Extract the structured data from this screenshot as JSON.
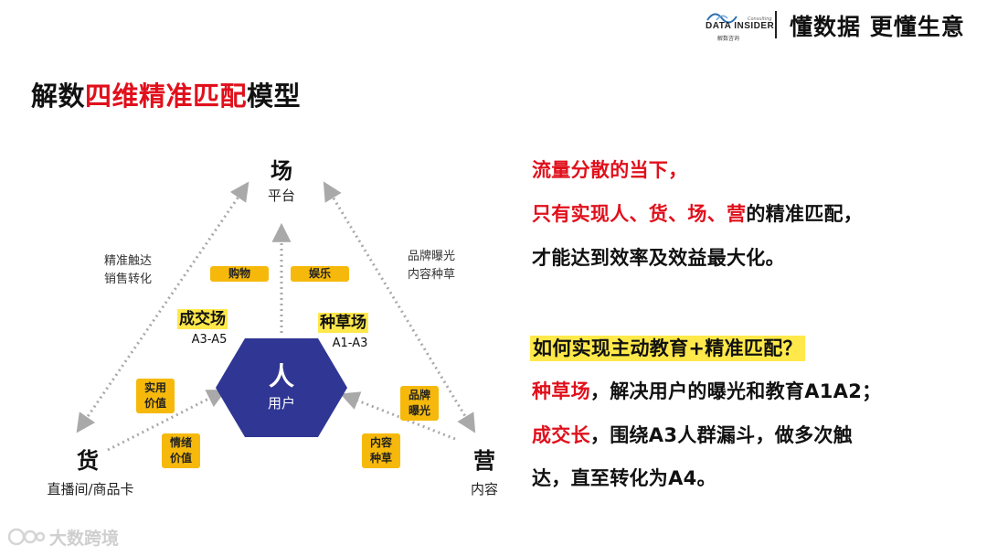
{
  "brand": {
    "name": "DATA INSIDER",
    "sub": "解数咨询",
    "consulting": "Consulting",
    "slogan": "懂数据 更懂生意"
  },
  "title": {
    "prefix": "解数",
    "highlight": "四维精准匹配",
    "suffix": "模型"
  },
  "diagram": {
    "top": {
      "main": "场",
      "sub": "平台"
    },
    "left": {
      "main": "货",
      "sub": "直播间/商品卡"
    },
    "right": {
      "main": "营",
      "sub": "内容"
    },
    "center": {
      "main": "人",
      "sub": "用户"
    },
    "left_side_label": [
      "精准触达",
      "销售转化"
    ],
    "right_side_label": [
      "品牌曝光",
      "内容种草"
    ],
    "tags": {
      "shopping": "购物",
      "entertainment": "娱乐",
      "practical_value": [
        "实用",
        "价值"
      ],
      "emotional_value": [
        "情绪",
        "价值"
      ],
      "brand_exposure": [
        "品牌",
        "曝光"
      ],
      "content_seeding": [
        "内容",
        "种草"
      ]
    },
    "deal_field": {
      "title": "成交场",
      "range": "A3-A5"
    },
    "seed_field": {
      "title": "种草场",
      "range": "A1-A3"
    }
  },
  "right_text": {
    "l1": "流量分散的当下，",
    "l2_red": "只有实现人、货、场、营",
    "l2_black": "的精准匹配，",
    "l3": "才能达到效率及效益最大化。",
    "l4": "如何实现主动教育+精准匹配？",
    "l5_red": "种草场",
    "l5_black": "，解决用户的曝光和教育A1A2；",
    "l6_red": "成交长",
    "l6_black": "，围绕A3人群漏斗，做多次触",
    "l7": "达，直至转化为A4。"
  },
  "watermark": "大数跨境",
  "colors": {
    "accent_red": "#e0101c",
    "hexagon": "#2f3694",
    "tag": "#f6b90b",
    "highlight": "#ffe94a",
    "arrow": "#a9a9a9"
  }
}
